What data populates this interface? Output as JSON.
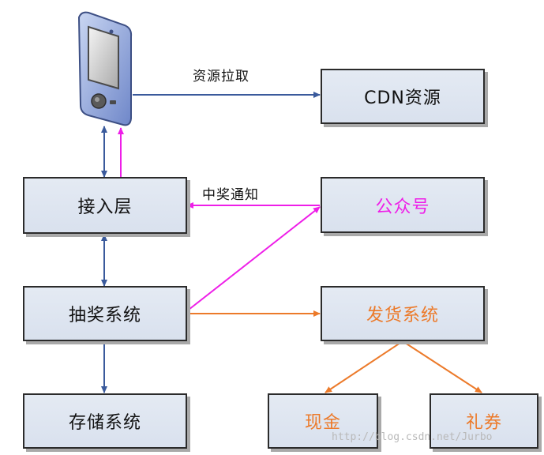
{
  "nodes": {
    "cdn": "CDN资源",
    "access": "接入层",
    "official": "公众号",
    "lottery": "抽奖系统",
    "shipping": "发货系统",
    "storage": "存储系统",
    "cash": "现金",
    "coupon": "礼券"
  },
  "edge_labels": {
    "resource_pull": "资源拉取",
    "win_notice": "中奖通知"
  },
  "watermark": "http://blog.csdn.net/Jurbo",
  "colors": {
    "blue": "#3a5a9c",
    "magenta": "#ee1ee8",
    "orange": "#ec7a2a"
  },
  "icons": {
    "device": "phone-icon"
  }
}
